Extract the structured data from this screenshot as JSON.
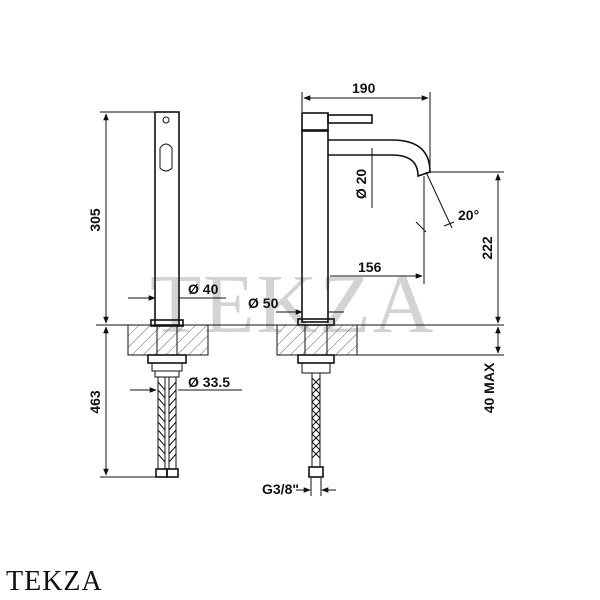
{
  "watermark": "TEKZA",
  "brand": "TEKZA",
  "dimensions": {
    "width_190": "190",
    "height_305": "305",
    "diam_40": "Ø 40",
    "diam_50": "Ø 50",
    "diam_20": "Ø 20",
    "angle_20": "20°",
    "reach_156": "156",
    "height_222": "222",
    "hose_463": "463",
    "diam_33_5": "Ø 33.5",
    "thread": "G3/8\"",
    "max_40": "40 MAX"
  }
}
